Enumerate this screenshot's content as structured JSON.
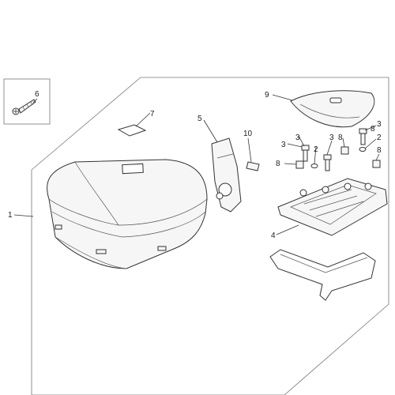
{
  "callouts": [
    {
      "id": "c1",
      "text": "1"
    },
    {
      "id": "c2a",
      "text": "2"
    },
    {
      "id": "c2b",
      "text": "2"
    },
    {
      "id": "c3a",
      "text": "3"
    },
    {
      "id": "c3b",
      "text": "3"
    },
    {
      "id": "c3c",
      "text": "3"
    },
    {
      "id": "c3d",
      "text": "3"
    },
    {
      "id": "c4",
      "text": "4"
    },
    {
      "id": "c5",
      "text": "5"
    },
    {
      "id": "c6",
      "text": "6"
    },
    {
      "id": "c7",
      "text": "7"
    },
    {
      "id": "c8a",
      "text": "8"
    },
    {
      "id": "c8b",
      "text": "8"
    },
    {
      "id": "c8c",
      "text": "8"
    },
    {
      "id": "c8d",
      "text": "8"
    },
    {
      "id": "c9",
      "text": "9"
    },
    {
      "id": "c10",
      "text": "10"
    }
  ]
}
